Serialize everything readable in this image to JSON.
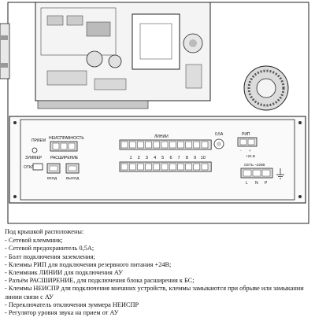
{
  "panel": {
    "labels": {
      "priem": "ПРИЕМ",
      "neispravnost": "НЕИСПРАВНОСТЬ",
      "linii": "ЛИНИИ",
      "fuse": "0,5А",
      "rip": "РИП",
      "plus24": "+24 В",
      "zummer": "ЗУММЕР",
      "otkl": "ОТКЛ",
      "rasshirenie": "РАСШИРЕНИЕ",
      "vhod": "ВХОД",
      "vyhod": "ВЫХОД",
      "set": "СЕТЬ ~220В"
    },
    "line_numbers": [
      "1",
      "2",
      "3",
      "4",
      "5",
      "6",
      "7",
      "8",
      "9",
      "10"
    ],
    "mains_terminals": [
      "L",
      "N",
      "P"
    ],
    "rip_terminals": [
      "-",
      "+"
    ]
  },
  "notes": {
    "title": "Под крышкой расположены:",
    "items": [
      "- Сетевой клеммник;",
      "- Сетевой предохранитель 0,5А;",
      "- Болт подключения заземления;",
      "- Клеммы РИП для подключения резервного питания +24В;",
      "- Клеммник ЛИНИИ для подключения АУ",
      "- Разъём РАСШИРЕНИЕ, для подключения блока расширения  к БС;",
      "- Клеммы НЕИСПР для подключения внешних устройств, клеммы замыкаются при обрыве или замыкании линии связи с АУ",
      "- Переключатель отключения зуммера НЕИСПР",
      "- Регулятор уровня звука на прием от АУ"
    ]
  }
}
